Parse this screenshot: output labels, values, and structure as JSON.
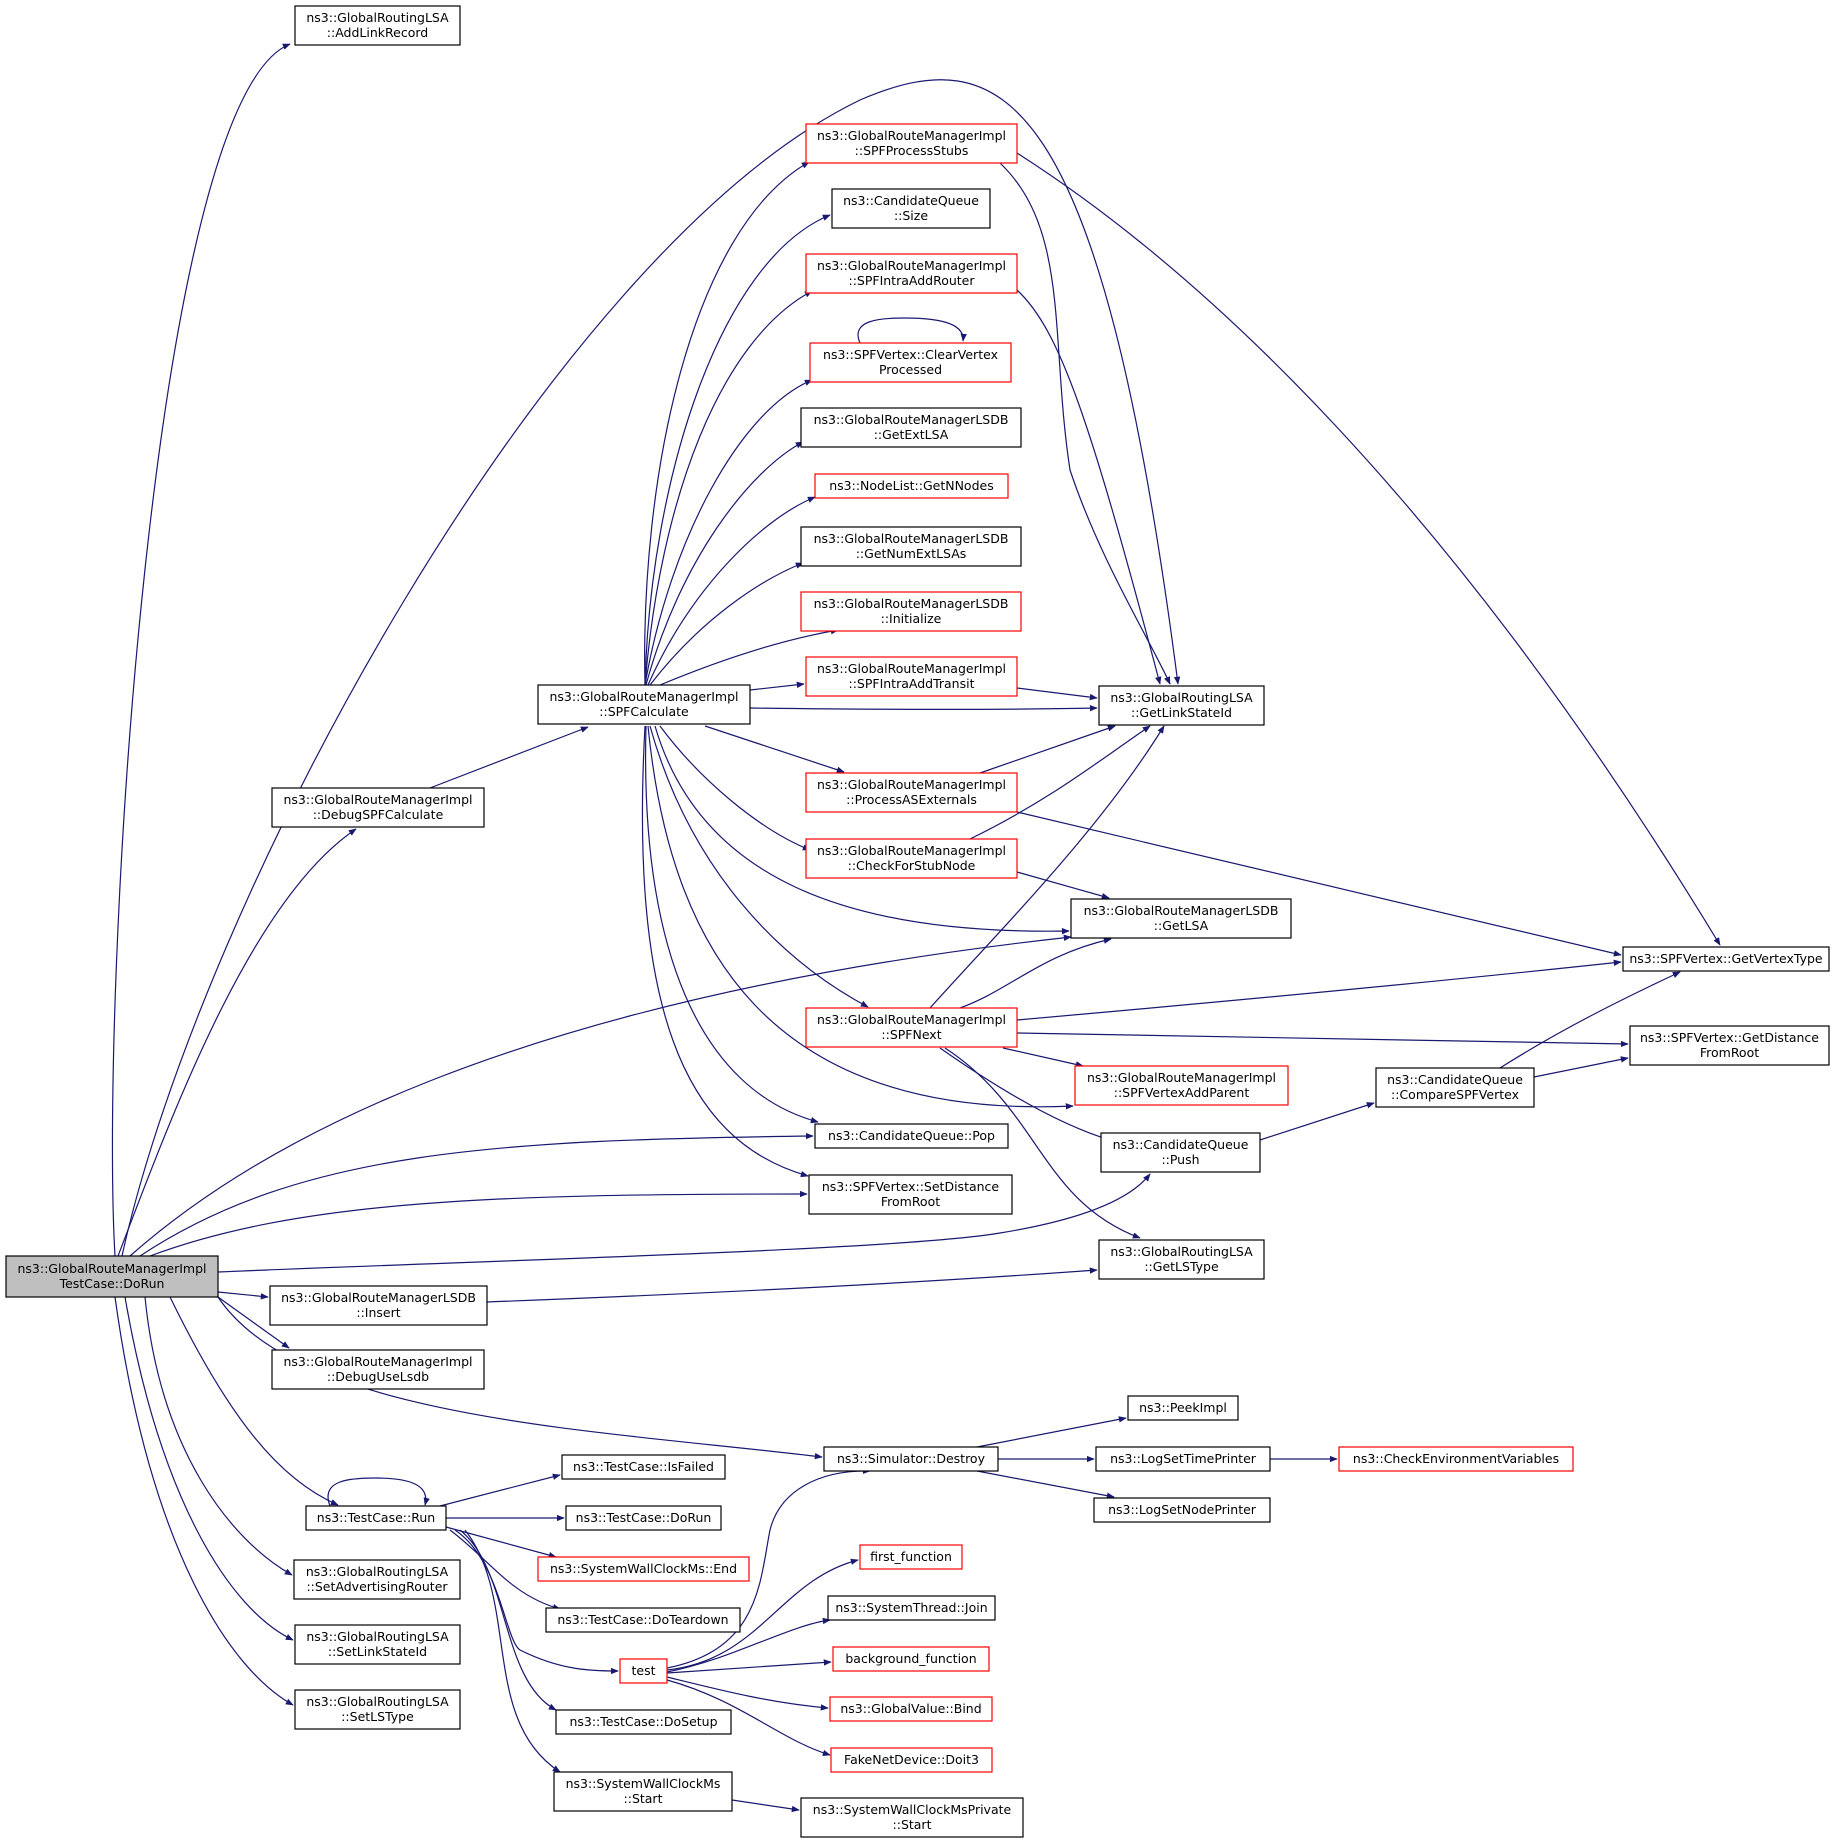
{
  "colors": {
    "edge": "#191970",
    "node_border": "#000000",
    "node_border_truncated": "#ff0000",
    "root_fill": "#bfbfbf",
    "node_fill": "#ffffff"
  },
  "nodes": [
    {
      "id": "root",
      "lines": [
        "ns3::GlobalRouteManagerImpl",
        "TestCase::DoRun"
      ],
      "style": "root"
    },
    {
      "id": "addLinkRecord",
      "lines": [
        "ns3::GlobalRoutingLSA",
        "::AddLinkRecord"
      ],
      "style": "normal"
    },
    {
      "id": "debugSPFCalculate",
      "lines": [
        "ns3::GlobalRouteManagerImpl",
        "::DebugSPFCalculate"
      ],
      "style": "normal"
    },
    {
      "id": "spfCalculate",
      "lines": [
        "ns3::GlobalRouteManagerImpl",
        "::SPFCalculate"
      ],
      "style": "normal"
    },
    {
      "id": "spfProcessStubs",
      "lines": [
        "ns3::GlobalRouteManagerImpl",
        "::SPFProcessStubs"
      ],
      "style": "truncated"
    },
    {
      "id": "cqSize",
      "lines": [
        "ns3::CandidateQueue",
        "::Size"
      ],
      "style": "normal"
    },
    {
      "id": "spfIntraAddRouter",
      "lines": [
        "ns3::GlobalRouteManagerImpl",
        "::SPFIntraAddRouter"
      ],
      "style": "truncated"
    },
    {
      "id": "clearVertexProcessed",
      "lines": [
        "ns3::SPFVertex::ClearVertex",
        "Processed"
      ],
      "style": "truncated"
    },
    {
      "id": "getExtLSA",
      "lines": [
        "ns3::GlobalRouteManagerLSDB",
        "::GetExtLSA"
      ],
      "style": "normal"
    },
    {
      "id": "getNNodes",
      "lines": [
        "ns3::NodeList::GetNNodes"
      ],
      "style": "truncated"
    },
    {
      "id": "getNumExtLSAs",
      "lines": [
        "ns3::GlobalRouteManagerLSDB",
        "::GetNumExtLSAs"
      ],
      "style": "normal"
    },
    {
      "id": "lsdbInitialize",
      "lines": [
        "ns3::GlobalRouteManagerLSDB",
        "::Initialize"
      ],
      "style": "truncated"
    },
    {
      "id": "spfIntraAddTransit",
      "lines": [
        "ns3::GlobalRouteManagerImpl",
        "::SPFIntraAddTransit"
      ],
      "style": "truncated"
    },
    {
      "id": "getLinkStateId",
      "lines": [
        "ns3::GlobalRoutingLSA",
        "::GetLinkStateId"
      ],
      "style": "normal"
    },
    {
      "id": "processASExternals",
      "lines": [
        "ns3::GlobalRouteManagerImpl",
        "::ProcessASExternals"
      ],
      "style": "truncated"
    },
    {
      "id": "checkForStubNode",
      "lines": [
        "ns3::GlobalRouteManagerImpl",
        "::CheckForStubNode"
      ],
      "style": "truncated"
    },
    {
      "id": "getLSA",
      "lines": [
        "ns3::GlobalRouteManagerLSDB",
        "::GetLSA"
      ],
      "style": "normal"
    },
    {
      "id": "getVertexType",
      "lines": [
        "ns3::SPFVertex::GetVertexType"
      ],
      "style": "normal"
    },
    {
      "id": "spfNext",
      "lines": [
        "ns3::GlobalRouteManagerImpl",
        "::SPFNext"
      ],
      "style": "truncated"
    },
    {
      "id": "getDistanceFromRoot",
      "lines": [
        "ns3::SPFVertex::GetDistance",
        "FromRoot"
      ],
      "style": "normal"
    },
    {
      "id": "spfVertexAddParent",
      "lines": [
        "ns3::GlobalRouteManagerImpl",
        "::SPFVertexAddParent"
      ],
      "style": "truncated"
    },
    {
      "id": "compareSPFVertex",
      "lines": [
        "ns3::CandidateQueue",
        "::CompareSPFVertex"
      ],
      "style": "normal"
    },
    {
      "id": "cqPop",
      "lines": [
        "ns3::CandidateQueue::Pop"
      ],
      "style": "normal"
    },
    {
      "id": "cqPush",
      "lines": [
        "ns3::CandidateQueue",
        "::Push"
      ],
      "style": "normal"
    },
    {
      "id": "setDistanceFromRoot",
      "lines": [
        "ns3::SPFVertex::SetDistance",
        "FromRoot"
      ],
      "style": "normal"
    },
    {
      "id": "getLSType",
      "lines": [
        "ns3::GlobalRoutingLSA",
        "::GetLSType"
      ],
      "style": "normal"
    },
    {
      "id": "lsdbInsert",
      "lines": [
        "ns3::GlobalRouteManagerLSDB",
        "::Insert"
      ],
      "style": "normal"
    },
    {
      "id": "debugUseLsdb",
      "lines": [
        "ns3::GlobalRouteManagerImpl",
        "::DebugUseLsdb"
      ],
      "style": "normal"
    },
    {
      "id": "peekImpl",
      "lines": [
        "ns3::PeekImpl"
      ],
      "style": "normal"
    },
    {
      "id": "simDestroy",
      "lines": [
        "ns3::Simulator::Destroy"
      ],
      "style": "normal"
    },
    {
      "id": "logSetTimePrinter",
      "lines": [
        "ns3::LogSetTimePrinter"
      ],
      "style": "normal"
    },
    {
      "id": "checkEnvVars",
      "lines": [
        "ns3::CheckEnvironmentVariables"
      ],
      "style": "truncated"
    },
    {
      "id": "logSetNodePrinter",
      "lines": [
        "ns3::LogSetNodePrinter"
      ],
      "style": "normal"
    },
    {
      "id": "tcIsFailed",
      "lines": [
        "ns3::TestCase::IsFailed"
      ],
      "style": "normal"
    },
    {
      "id": "tcRun",
      "lines": [
        "ns3::TestCase::Run"
      ],
      "style": "normal"
    },
    {
      "id": "tcDoRun",
      "lines": [
        "ns3::TestCase::DoRun"
      ],
      "style": "normal"
    },
    {
      "id": "swcEnd",
      "lines": [
        "ns3::SystemWallClockMs::End"
      ],
      "style": "truncated"
    },
    {
      "id": "tcDoTeardown",
      "lines": [
        "ns3::TestCase::DoTeardown"
      ],
      "style": "normal"
    },
    {
      "id": "firstFunction",
      "lines": [
        "first_function"
      ],
      "style": "truncated"
    },
    {
      "id": "threadJoin",
      "lines": [
        "ns3::SystemThread::Join"
      ],
      "style": "normal"
    },
    {
      "id": "test",
      "lines": [
        "test"
      ],
      "style": "truncated"
    },
    {
      "id": "backgroundFunction",
      "lines": [
        "background_function"
      ],
      "style": "truncated"
    },
    {
      "id": "globalValueBind",
      "lines": [
        "ns3::GlobalValue::Bind"
      ],
      "style": "truncated"
    },
    {
      "id": "fakeNetDeviceDoit3",
      "lines": [
        "FakeNetDevice::Doit3"
      ],
      "style": "truncated"
    },
    {
      "id": "tcDoSetup",
      "lines": [
        "ns3::TestCase::DoSetup"
      ],
      "style": "normal"
    },
    {
      "id": "swcStart",
      "lines": [
        "ns3::SystemWallClockMs",
        "::Start"
      ],
      "style": "normal"
    },
    {
      "id": "swcPrivateStart",
      "lines": [
        "ns3::SystemWallClockMsPrivate",
        "::Start"
      ],
      "style": "normal"
    },
    {
      "id": "setAdvertisingRouter",
      "lines": [
        "ns3::GlobalRoutingLSA",
        "::SetAdvertisingRouter"
      ],
      "style": "normal"
    },
    {
      "id": "setLinkStateId",
      "lines": [
        "ns3::GlobalRoutingLSA",
        "::SetLinkStateId"
      ],
      "style": "normal"
    },
    {
      "id": "setLSType",
      "lines": [
        "ns3::GlobalRoutingLSA",
        "::SetLSType"
      ],
      "style": "normal"
    }
  ],
  "edges": [
    [
      "root",
      "addLinkRecord"
    ],
    [
      "root",
      "debugSPFCalculate"
    ],
    [
      "root",
      "getLinkStateId"
    ],
    [
      "root",
      "getLSA"
    ],
    [
      "root",
      "cqPop"
    ],
    [
      "root",
      "setDistanceFromRoot"
    ],
    [
      "root",
      "cqPush"
    ],
    [
      "root",
      "lsdbInsert"
    ],
    [
      "root",
      "debugUseLsdb"
    ],
    [
      "root",
      "simDestroy"
    ],
    [
      "root",
      "tcRun"
    ],
    [
      "root",
      "setAdvertisingRouter"
    ],
    [
      "root",
      "setLinkStateId"
    ],
    [
      "root",
      "setLSType"
    ],
    [
      "debugSPFCalculate",
      "spfCalculate"
    ],
    [
      "spfCalculate",
      "spfProcessStubs"
    ],
    [
      "spfCalculate",
      "cqSize"
    ],
    [
      "spfCalculate",
      "spfIntraAddRouter"
    ],
    [
      "spfCalculate",
      "clearVertexProcessed"
    ],
    [
      "spfCalculate",
      "getExtLSA"
    ],
    [
      "spfCalculate",
      "getNNodes"
    ],
    [
      "spfCalculate",
      "getNumExtLSAs"
    ],
    [
      "spfCalculate",
      "lsdbInitialize"
    ],
    [
      "spfCalculate",
      "spfIntraAddTransit"
    ],
    [
      "spfCalculate",
      "getLinkStateId"
    ],
    [
      "spfCalculate",
      "processASExternals"
    ],
    [
      "spfCalculate",
      "checkForStubNode"
    ],
    [
      "spfCalculate",
      "getLSA"
    ],
    [
      "spfCalculate",
      "spfNext"
    ],
    [
      "spfCalculate",
      "spfVertexAddParent"
    ],
    [
      "spfCalculate",
      "cqPop"
    ],
    [
      "spfCalculate",
      "setDistanceFromRoot"
    ],
    [
      "spfProcessStubs",
      "getLinkStateId"
    ],
    [
      "spfProcessStubs",
      "getVertexType"
    ],
    [
      "spfIntraAddRouter",
      "getLinkStateId"
    ],
    [
      "clearVertexProcessed",
      "clearVertexProcessed"
    ],
    [
      "spfIntraAddTransit",
      "getLinkStateId"
    ],
    [
      "processASExternals",
      "getLinkStateId"
    ],
    [
      "processASExternals",
      "getVertexType"
    ],
    [
      "checkForStubNode",
      "getLinkStateId"
    ],
    [
      "checkForStubNode",
      "getLSA"
    ],
    [
      "spfNext",
      "getLinkStateId"
    ],
    [
      "spfNext",
      "getLSA"
    ],
    [
      "spfNext",
      "getVertexType"
    ],
    [
      "spfNext",
      "getDistanceFromRoot"
    ],
    [
      "spfNext",
      "spfVertexAddParent"
    ],
    [
      "spfNext",
      "cqPush"
    ],
    [
      "spfNext",
      "getLSType"
    ],
    [
      "cqPush",
      "compareSPFVertex"
    ],
    [
      "compareSPFVertex",
      "getVertexType"
    ],
    [
      "compareSPFVertex",
      "getDistanceFromRoot"
    ],
    [
      "lsdbInsert",
      "getLSType"
    ],
    [
      "simDestroy",
      "peekImpl"
    ],
    [
      "simDestroy",
      "logSetTimePrinter"
    ],
    [
      "simDestroy",
      "logSetNodePrinter"
    ],
    [
      "logSetTimePrinter",
      "checkEnvVars"
    ],
    [
      "tcRun",
      "tcRun"
    ],
    [
      "tcRun",
      "tcIsFailed"
    ],
    [
      "tcRun",
      "tcDoRun"
    ],
    [
      "tcRun",
      "swcEnd"
    ],
    [
      "tcRun",
      "tcDoTeardown"
    ],
    [
      "tcRun",
      "test"
    ],
    [
      "tcRun",
      "tcDoSetup"
    ],
    [
      "tcRun",
      "swcStart"
    ],
    [
      "test",
      "simDestroy"
    ],
    [
      "test",
      "firstFunction"
    ],
    [
      "test",
      "threadJoin"
    ],
    [
      "test",
      "backgroundFunction"
    ],
    [
      "test",
      "globalValueBind"
    ],
    [
      "test",
      "fakeNetDeviceDoit3"
    ],
    [
      "swcStart",
      "swcPrivateStart"
    ]
  ]
}
